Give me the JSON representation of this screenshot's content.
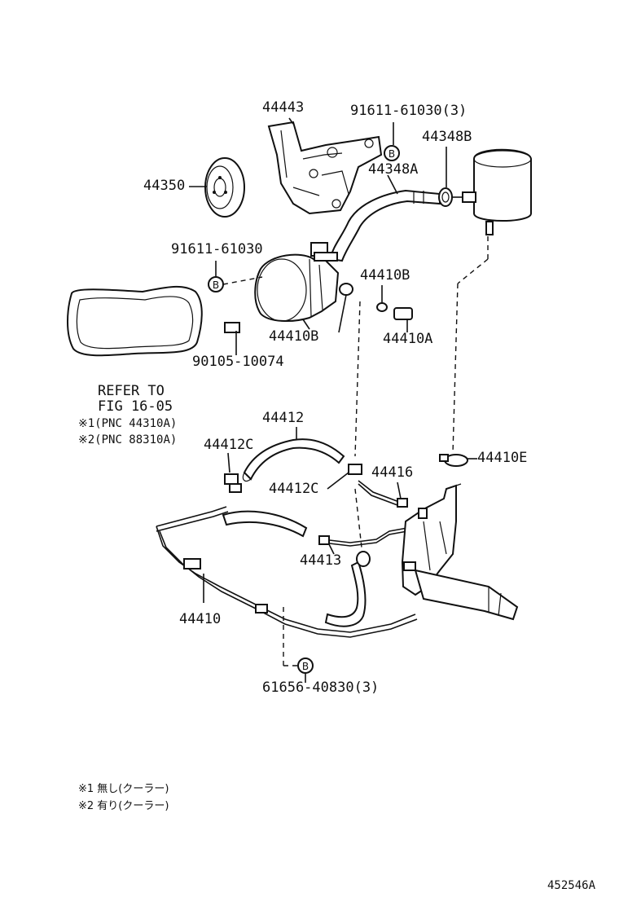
{
  "diagram_id": "452546A",
  "callouts": {
    "bracket": "44443",
    "bolt_b_top": "91611-61030(3)",
    "clamp_top": "44348B",
    "hose_suction": "44348A",
    "pulley": "44350",
    "bolt_b_mid": "91611-61030",
    "gasket_b_right": "44410B",
    "gasket_b_left": "44410B",
    "union_bolt": "44410A",
    "bolt_pump": "90105-10074",
    "hose_return": "44412",
    "clamp_c_left": "44412C",
    "clamp_c_right": "44412C",
    "tube_44416": "44416",
    "clip_e": "44410E",
    "tube_44413": "44413",
    "tube_assy": "44410",
    "bolt_b_bottom": "61656-40830(3)"
  },
  "refer": {
    "line1": "REFER TO",
    "line2": "FIG 16-05",
    "note1": "※1(PNC 44310A)",
    "note2": "※2(PNC 88310A)"
  },
  "circle_marker": "B",
  "legend": {
    "item1": "※1 無し(クーラー)",
    "item2": "※2 有り(クーラー)"
  }
}
